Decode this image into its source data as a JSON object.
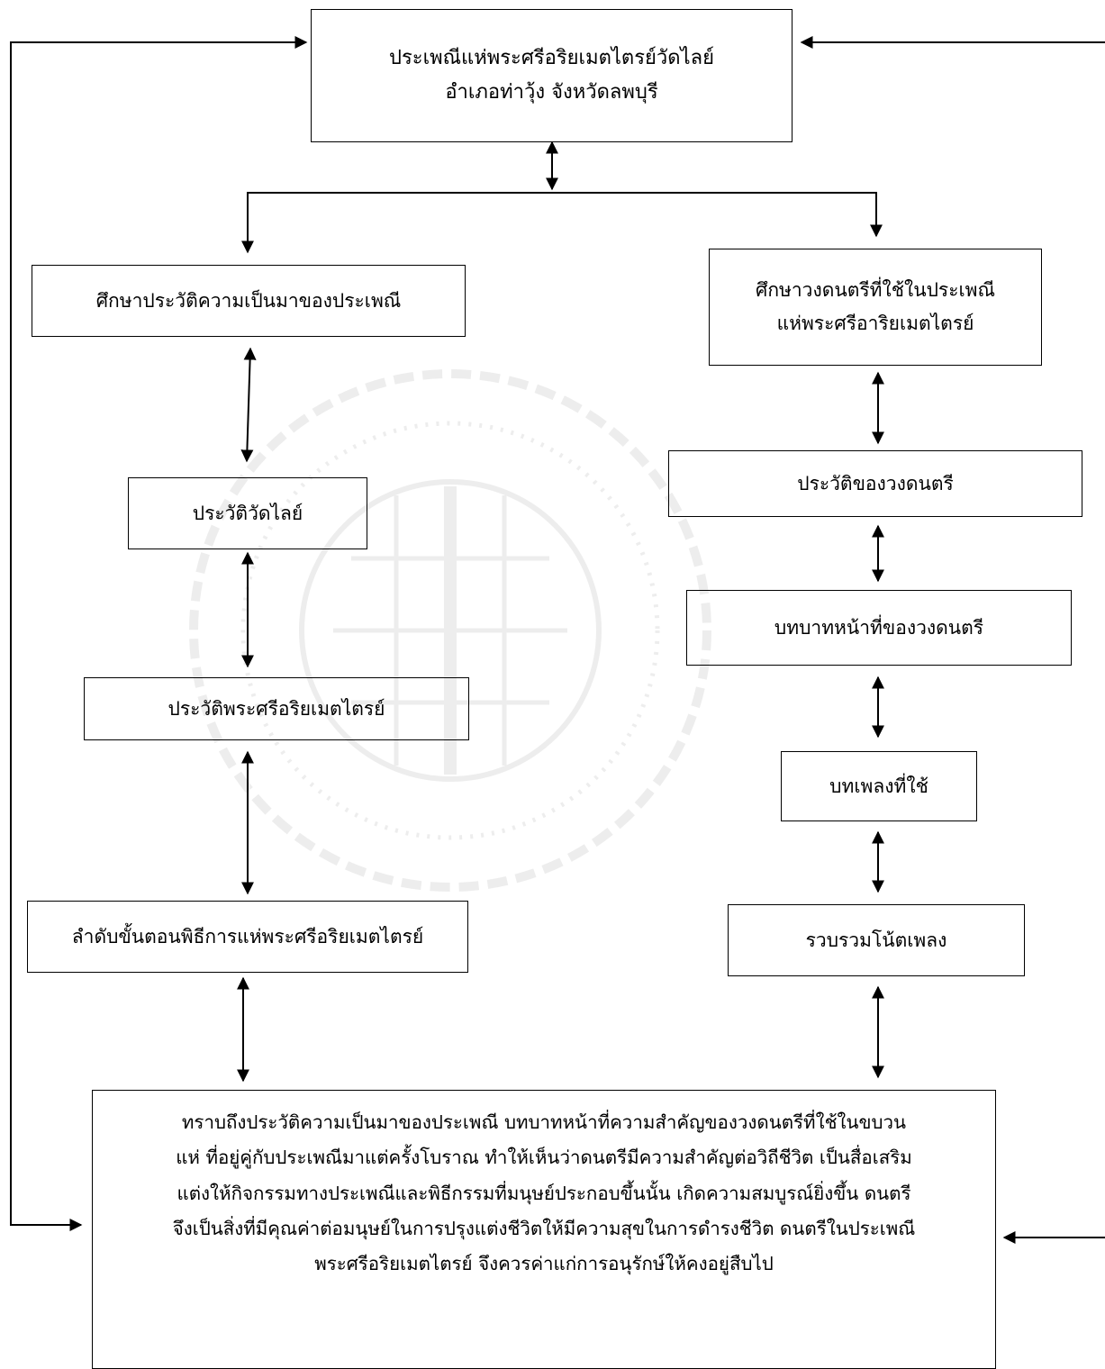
{
  "title_box": {
    "lines": [
      "ประเพณีแห่พระศรีอริยเมตไตรย์วัดไลย์",
      "อำเภอท่าวุ้ง  จังหวัดลพบุรี"
    ]
  },
  "left_branch": {
    "history_study": "ศึกษาประวัติความเป็นมาของประเพณี",
    "wat_lai_history": "ประวัติวัดไลย์",
    "phra_si_history": "ประวัติพระศรีอริยเมตไตรย์",
    "ceremony_steps": "ลำดับขั้นตอนพิธีการแห่พระศรีอริยเมตไตรย์"
  },
  "right_branch": {
    "band_study": [
      "ศึกษาวงดนตรีที่ใช้ในประเพณี",
      "แห่พระศรีอาริยเมตไตรย์"
    ],
    "band_history": "ประวัติของวงดนตรี",
    "band_role": "บทบาทหน้าที่ของวงดนตรี",
    "songs_used": "บทเพลงที่ใช้",
    "notation_collection": "รวบรวมโน้ตเพลง"
  },
  "conclusion": {
    "lines": [
      "ทราบถึงประวัติความเป็นมาของประเพณี  บทบาทหน้าที่ความสำคัญของวงดนตรีที่ใช้ในขบวน",
      "แห่ ที่อยู่คู่กับประเพณีมาแต่ครั้งโบราณ ทำให้เห็นว่าดนตรีมีความสำคัญต่อวิถีชีวิต  เป็นสื่อเสริม",
      "แต่งให้กิจกรรมทางประเพณีและพิธีกรรมที่มนุษย์ประกอบขึ้นนั้น  เกิดความสมบูรณ์ยิ่งขึ้น  ดนตรี",
      "จึงเป็นสิ่งที่มีคุณค่าต่อมนุษย์ในการปรุงแต่งชีวิตให้มีความสุขในการดำรงชีวิต ดนตรีในประเพณี",
      "พระศรีอริยเมตไตรย์  จึงควรค่าแก่การอนุรักษ์ให้คงอยู่สืบไป"
    ]
  },
  "colors": {
    "line": "#000000",
    "watermark": "#7a7a7a"
  }
}
